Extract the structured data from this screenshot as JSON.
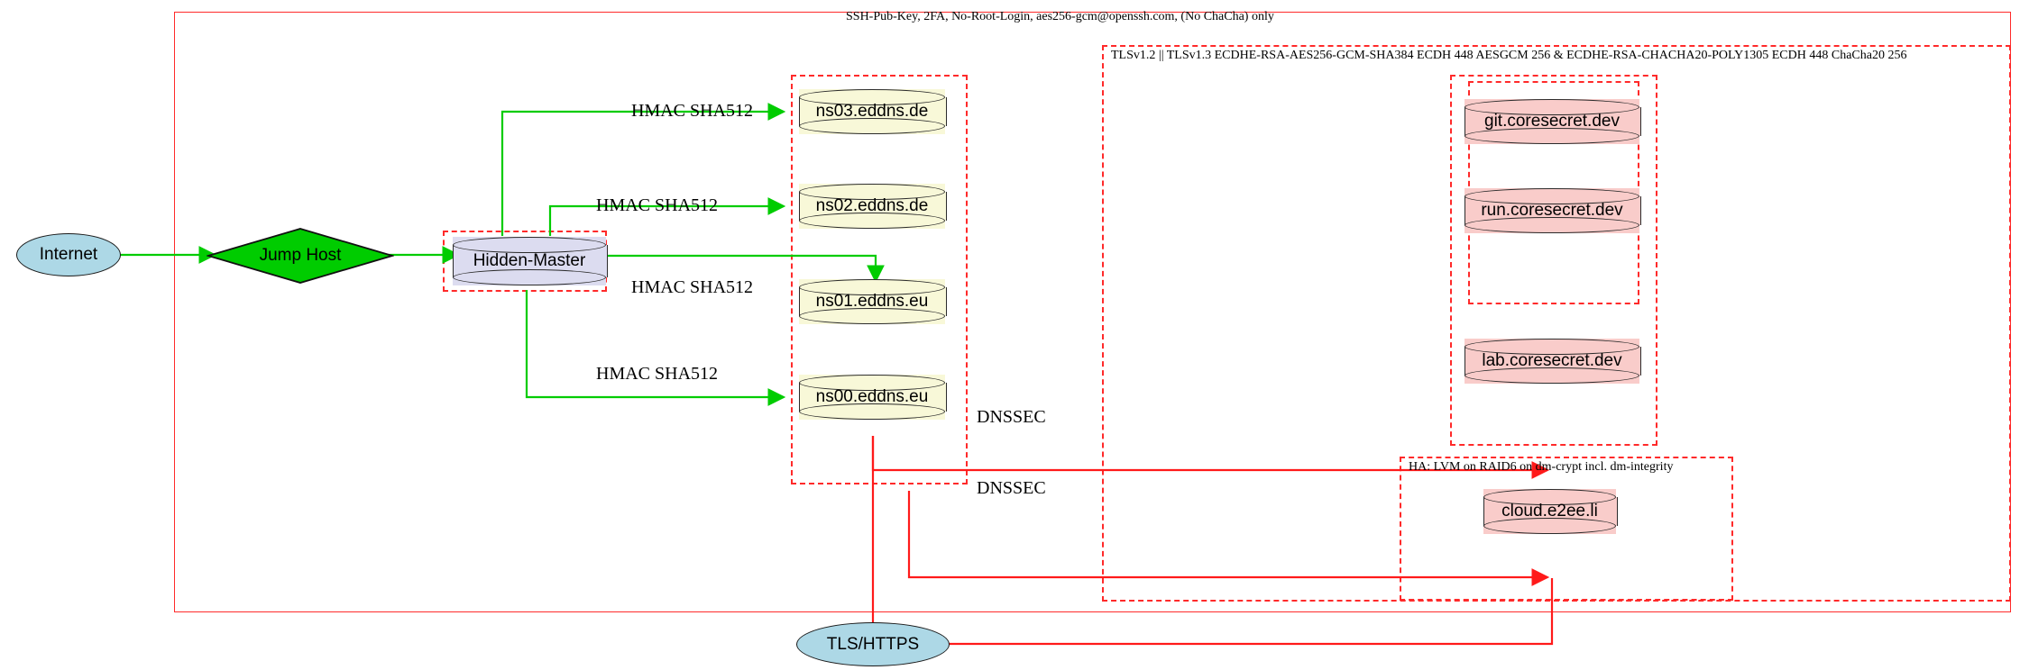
{
  "diagram": {
    "title_top": "SSH-Pub-Key, 2FA, No-Root-Login, aes256-gcm@openssh.com, (No ChaCha) only",
    "tls_box_title": "TLSv1.2 || TLSv1.3 ECDHE-RSA-AES256-GCM-SHA384 ECDH 448 AESGCM 256 & ECDHE-RSA-CHACHA20-POLY1305 ECDH 448 ChaCha20 256",
    "ha_box_title": "HA: LVM on RAID6 on dm-crypt incl. dm-integrity"
  },
  "nodes": {
    "internet": {
      "label": "Internet",
      "shape": "ellipse",
      "color": "#add8e6"
    },
    "jump_host": {
      "label": "Jump Host",
      "shape": "diamond",
      "color": "#00cc00"
    },
    "hidden_master": {
      "label": "Hidden-Master",
      "shape": "cylinder",
      "color": "#dcdcf0"
    },
    "ns03": {
      "label": "ns03.eddns.de",
      "shape": "cylinder",
      "color": "#f8f8d8"
    },
    "ns02": {
      "label": "ns02.eddns.de",
      "shape": "cylinder",
      "color": "#f8f8d8"
    },
    "ns01": {
      "label": "ns01.eddns.eu",
      "shape": "cylinder",
      "color": "#f8f8d8"
    },
    "ns00": {
      "label": "ns00.eddns.eu",
      "shape": "cylinder",
      "color": "#f8f8d8"
    },
    "git": {
      "label": "git.coresecret.dev",
      "shape": "cylinder",
      "color": "#f9ccca"
    },
    "run": {
      "label": "run.coresecret.dev",
      "shape": "cylinder",
      "color": "#f9ccca"
    },
    "lab": {
      "label": "lab.coresecret.dev",
      "shape": "cylinder",
      "color": "#f9ccca"
    },
    "cloud": {
      "label": "cloud.e2ee.li",
      "shape": "cylinder",
      "color": "#f9ccca"
    },
    "tls_https": {
      "label": "TLS/HTTPS",
      "shape": "ellipse",
      "color": "#add8e6"
    }
  },
  "edge_labels": {
    "hmac_ns03": "HMAC SHA512",
    "hmac_ns02": "HMAC SHA512",
    "hmac_ns01": "HMAC SHA512",
    "hmac_ns00": "HMAC SHA512",
    "dnssec_upper": "DNSSEC",
    "dnssec_lower": "DNSSEC"
  },
  "colors": {
    "edge_green": "#00cc00",
    "edge_red": "#ff1a1a",
    "box_red": "#ff2a2a",
    "node_blue": "#add8e6",
    "node_yellow": "#f8f8d8",
    "node_pink": "#f9ccca",
    "node_lavender": "#dcdcf0",
    "node_green": "#00cc00"
  }
}
